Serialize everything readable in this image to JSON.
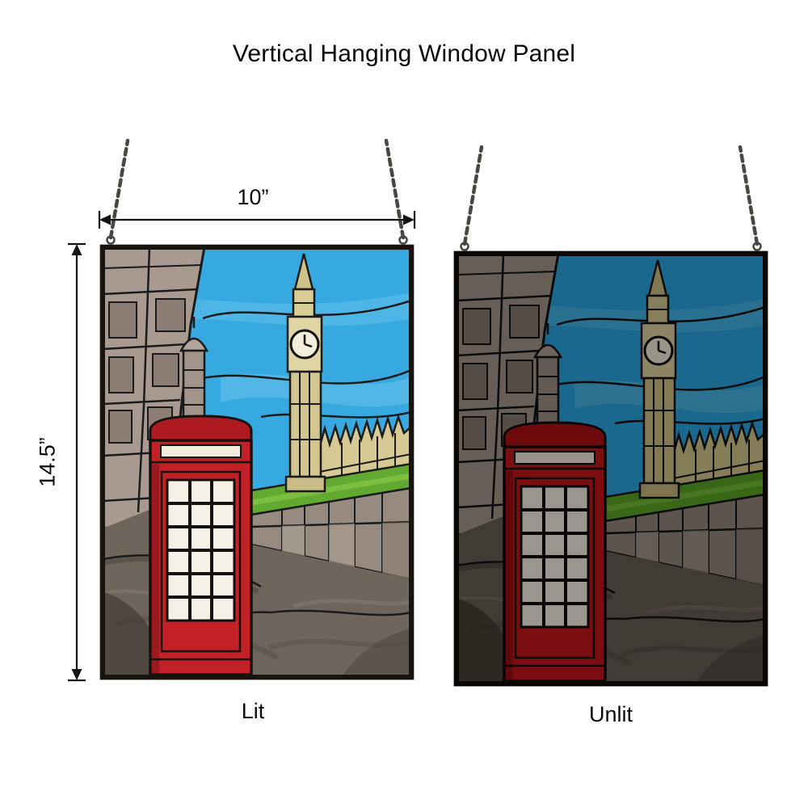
{
  "title": "Vertical Hanging Window Panel",
  "dimensions": {
    "width_label": "10”",
    "height_label": "14.5”"
  },
  "panels": [
    {
      "caption": "Lit"
    },
    {
      "caption": "Unlit"
    }
  ],
  "artwork": {
    "scene": "stained-glass-london-red-telephone-booth-and-big-ben",
    "colors": {
      "sky_blue": "#35a9e0",
      "booth_red": "#c32127",
      "tower_beige": "#d9cd97",
      "grass_green": "#61a930",
      "stone_gray": "#a89a90",
      "street_gray": "#6e655c",
      "lead_line": "#1b1b1b"
    }
  }
}
